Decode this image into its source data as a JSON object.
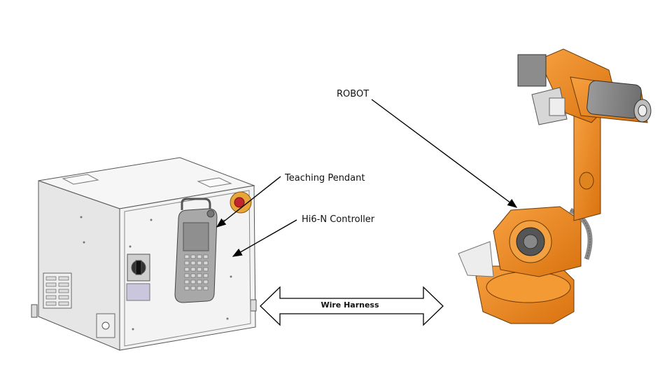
{
  "labels": {
    "robot": "ROBOT",
    "teaching_pendant": "Teaching Pendant",
    "controller": "Hi6-N Controller",
    "wire_harness": "Wire Harness"
  },
  "colors": {
    "robot_orange": "#F08A1C",
    "robot_orange_dark": "#C96A0E",
    "cabinet_light": "#F2F2F2",
    "cabinet_side": "#E4E4E4",
    "pendant_gray": "#A9A9A9",
    "cable_gray": "#8A8A8A",
    "line": "#000000"
  },
  "icons": {
    "controller": "controller-cabinet-icon",
    "pendant": "teaching-pendant-icon",
    "robot": "industrial-robot-arm-icon",
    "harness": "double-arrow-icon"
  }
}
